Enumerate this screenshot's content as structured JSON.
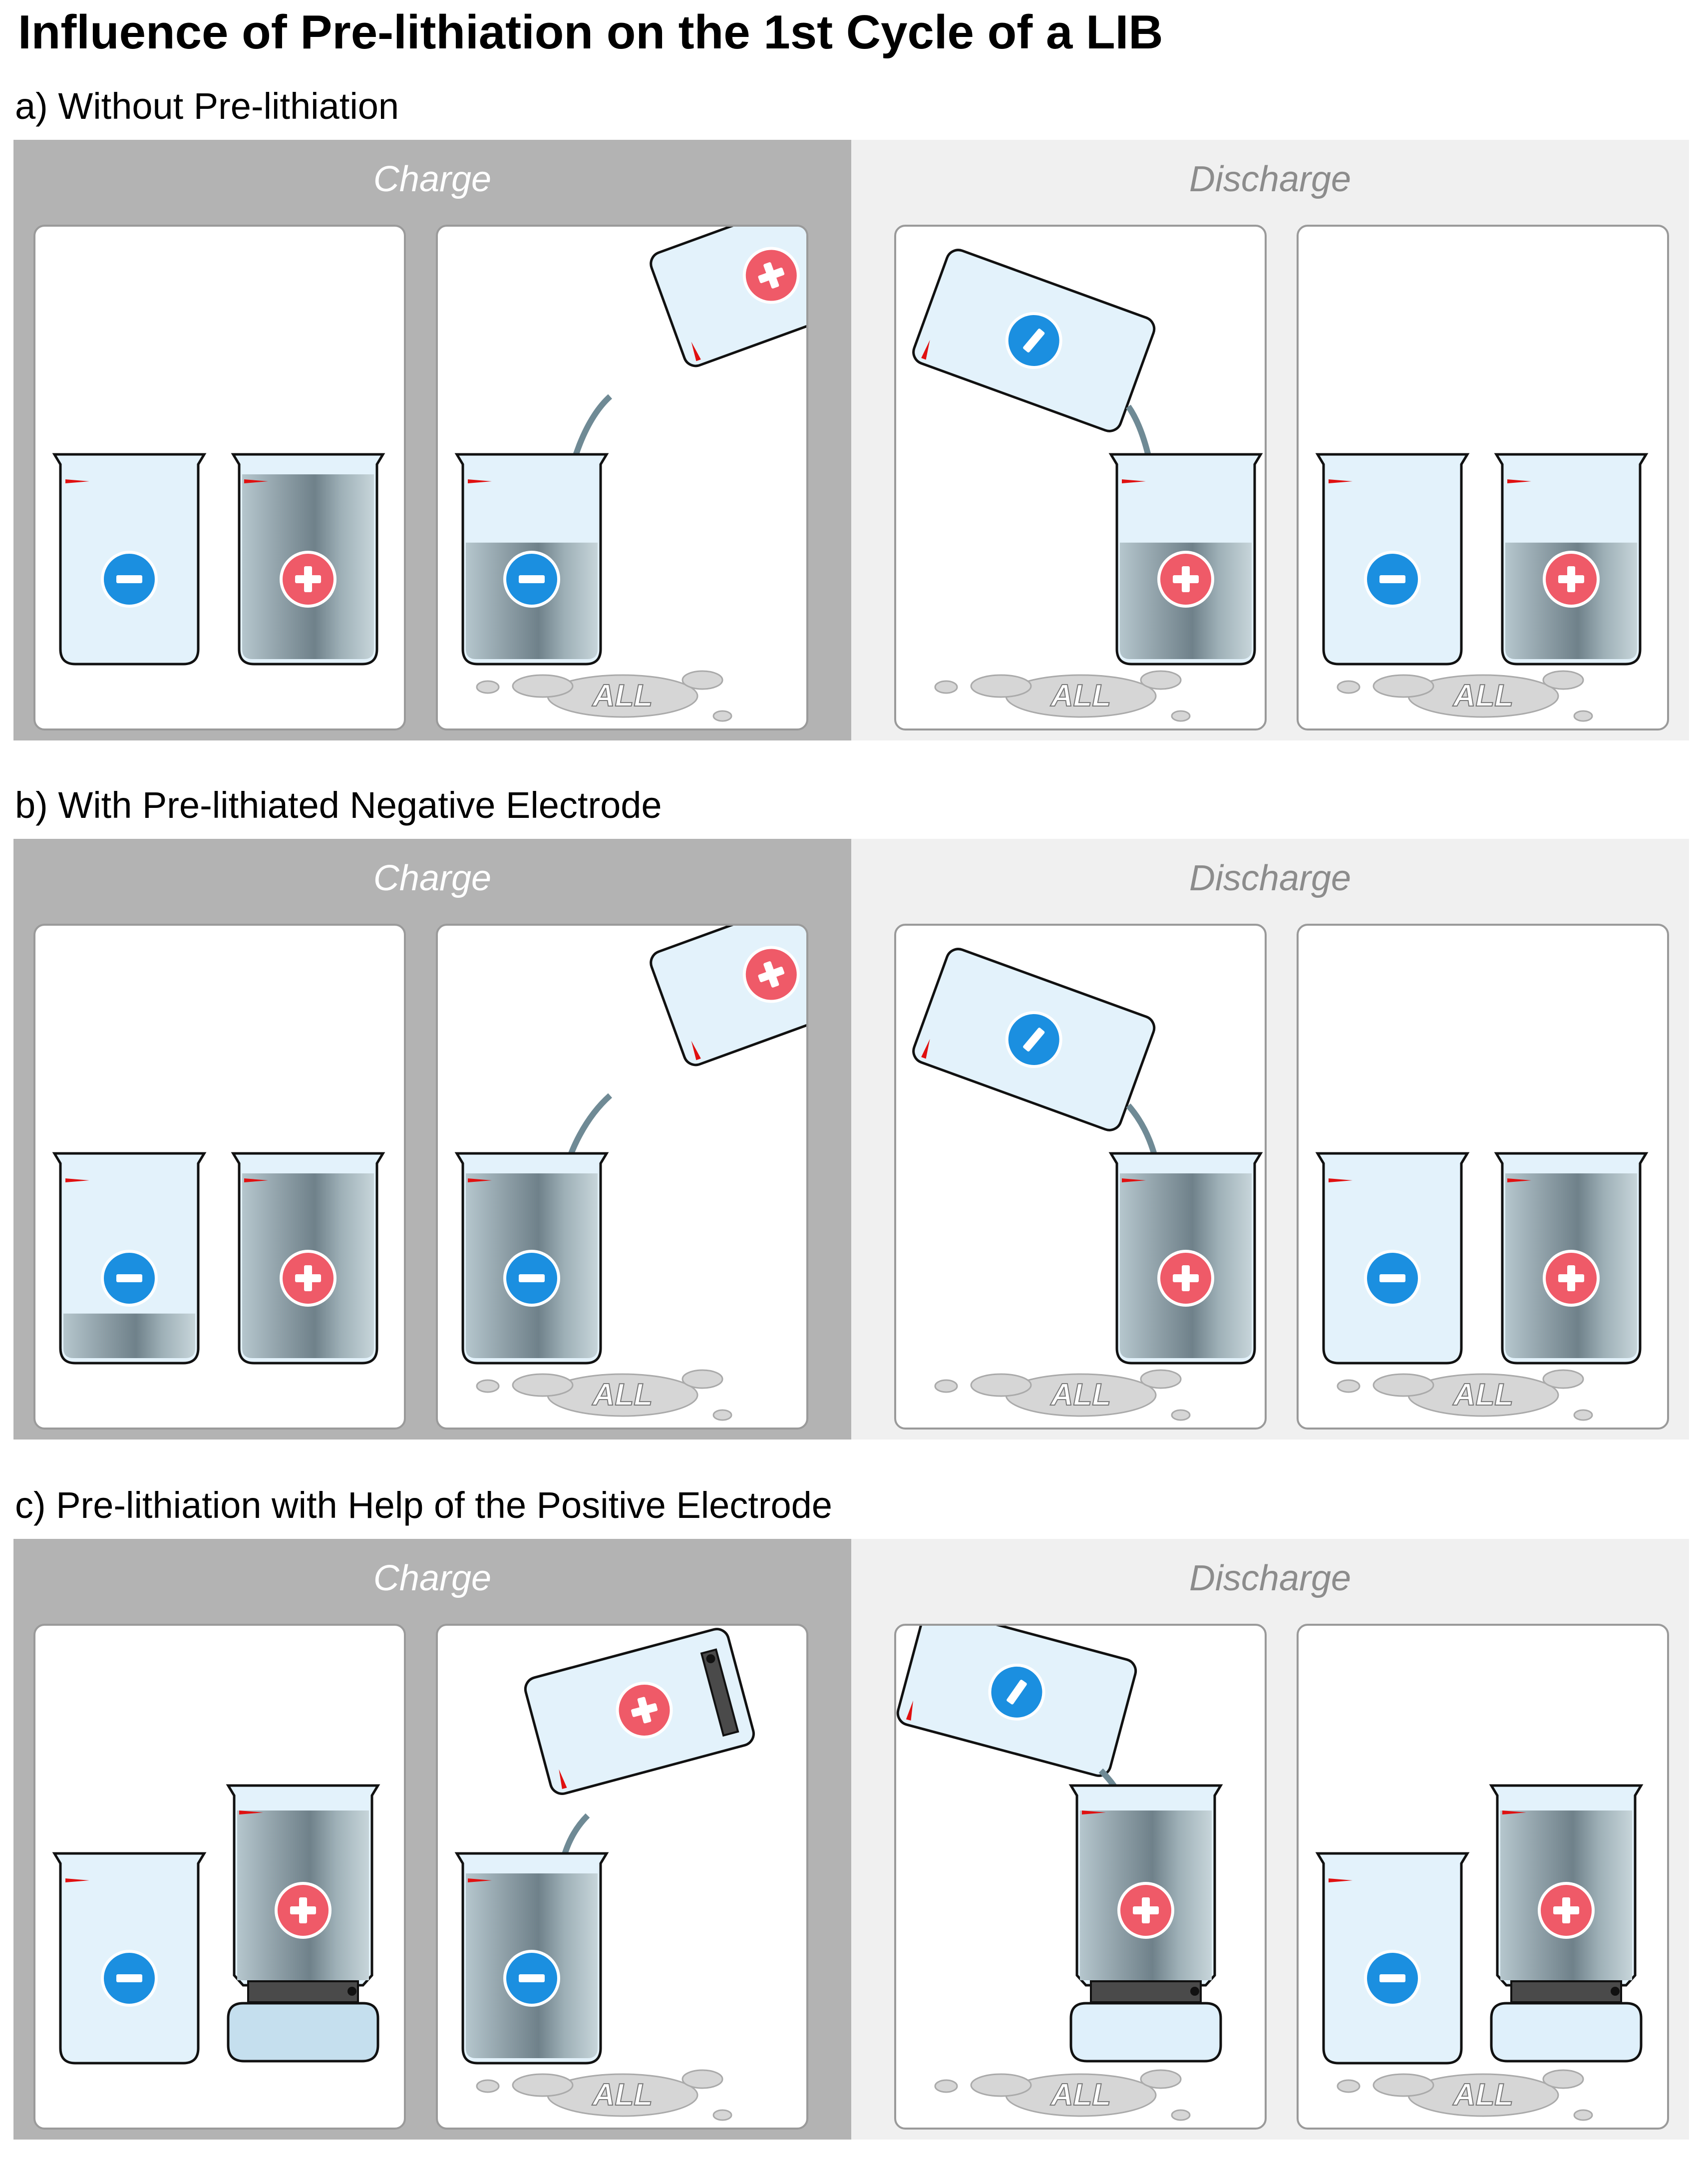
{
  "title": "Influence of Pre-lithiation on the 1st Cycle of a LIB",
  "sections": [
    {
      "heading": "a) Without Pre-lithiation",
      "charge_label": "Charge",
      "discharge_label": "Discharge"
    },
    {
      "heading": "b) With Pre-lithiated Negative Electrode",
      "charge_label": "Charge",
      "discharge_label": "Discharge"
    },
    {
      "heading": "c) Pre-lithiation with Help of the Positive Electrode",
      "charge_label": "Charge",
      "discharge_label": "Discharge"
    }
  ],
  "loss_label": "ALL",
  "symbols": {
    "negative": "−",
    "positive": "+",
    "negative_discharge": "/"
  },
  "colors": {
    "charge_bg": "#b3b3b3",
    "discharge_bg": "#f0f0f0",
    "negative_badge": "#1b8fe0",
    "positive_badge": "#ef5a68",
    "beaker_glass": "#e3f2fb",
    "electrolyte_metal": "#8a9da6",
    "marker_red": "#e01010",
    "puddle": "#d6d6d6"
  }
}
